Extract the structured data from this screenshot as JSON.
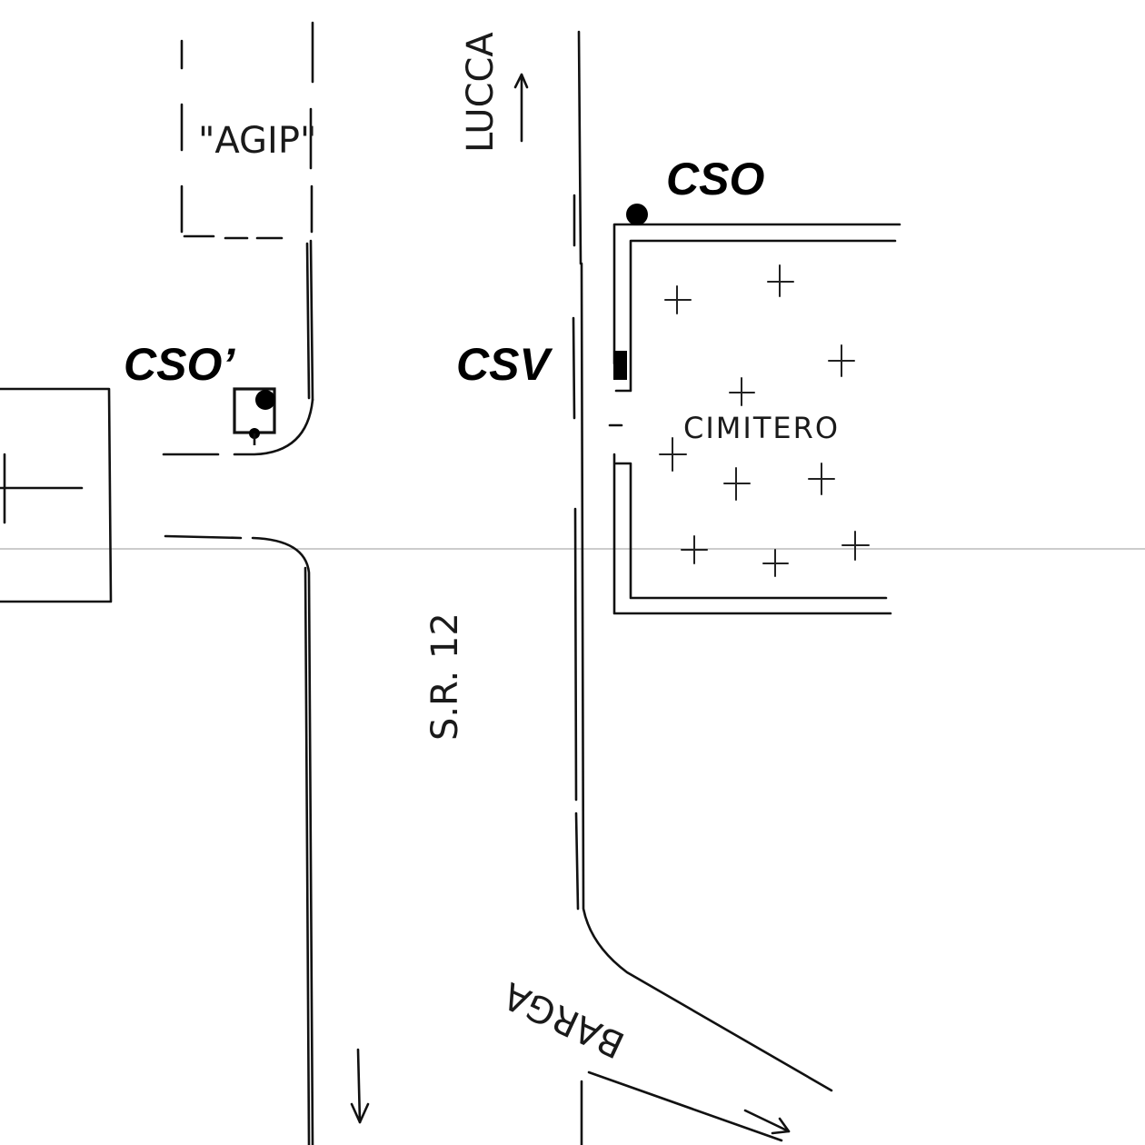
{
  "labels": {
    "agip": "\"AGIP\"",
    "lucca": "LUCCA",
    "cso": "CSO",
    "cso_prime": "CSO’",
    "csv": "CSV",
    "cimitero": "CIMITERO",
    "road": "S.R. 12",
    "barga": "BARGA"
  },
  "colors": {
    "ink": "#111111",
    "paper": "#ffffff",
    "marker": "#000000"
  },
  "icons": {
    "cross": "cross-icon",
    "arrow_up": "arrow-up-icon",
    "arrow_down": "arrow-down-icon",
    "arrow_right": "arrow-right-icon",
    "point_marker": "dot-marker-icon",
    "box_marker": "box-marker-icon"
  }
}
